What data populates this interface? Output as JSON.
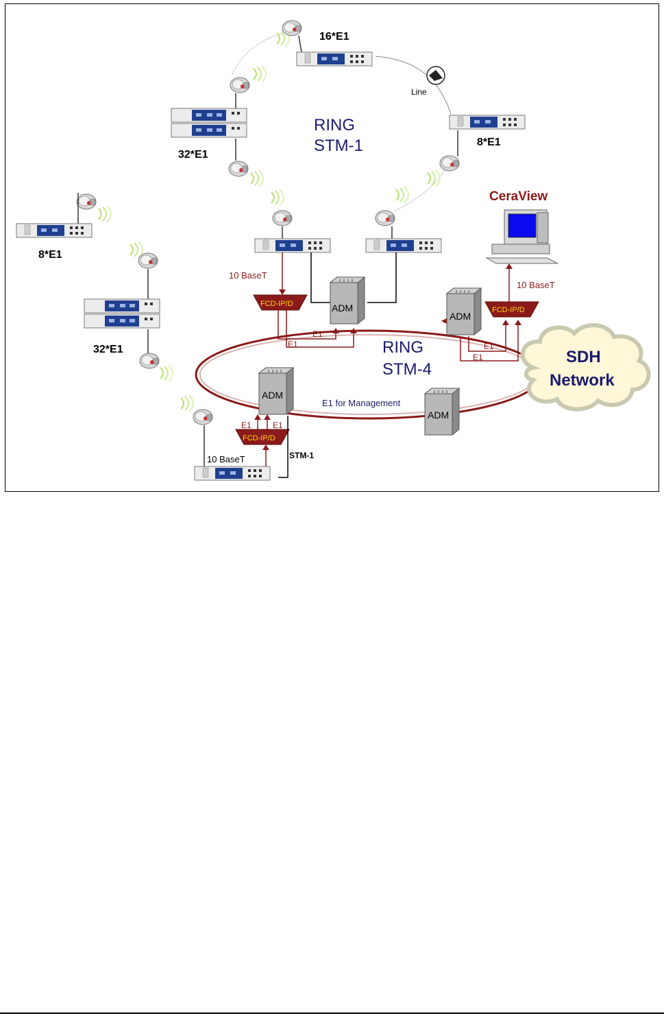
{
  "ring_stm1": {
    "line1": "RING",
    "line2": "STM-1"
  },
  "ring_stm4": {
    "line1": "RING",
    "line2": "STM-4"
  },
  "sdh_network": {
    "line1": "SDH",
    "line2": "Network"
  },
  "ceraview": "CeraView",
  "line_label": "Line",
  "capacities": {
    "top": "16*E1",
    "right": "8*E1",
    "left_upper": "32*E1",
    "far_left": "8*E1",
    "left_lower": "32*E1"
  },
  "adm_label": "ADM",
  "fcd_label": "FCD-IP/D",
  "base_t": {
    "upper_left": "10 BaseT",
    "right": "10 BaseT",
    "bottom": "10 BaseT"
  },
  "e1": "E1",
  "e1_management": "E1 for Management",
  "stm1_link": "STM-1",
  "colors": {
    "ring_line": "#8b1a1a",
    "dark_red": "#8b1a1a",
    "text_navy": "#1a1a6e",
    "fcd_fill": "#8b1a1a",
    "fcd_text": "#ffd700",
    "cloud": "#fff8d8",
    "device_blue": "#1f3f8f"
  }
}
